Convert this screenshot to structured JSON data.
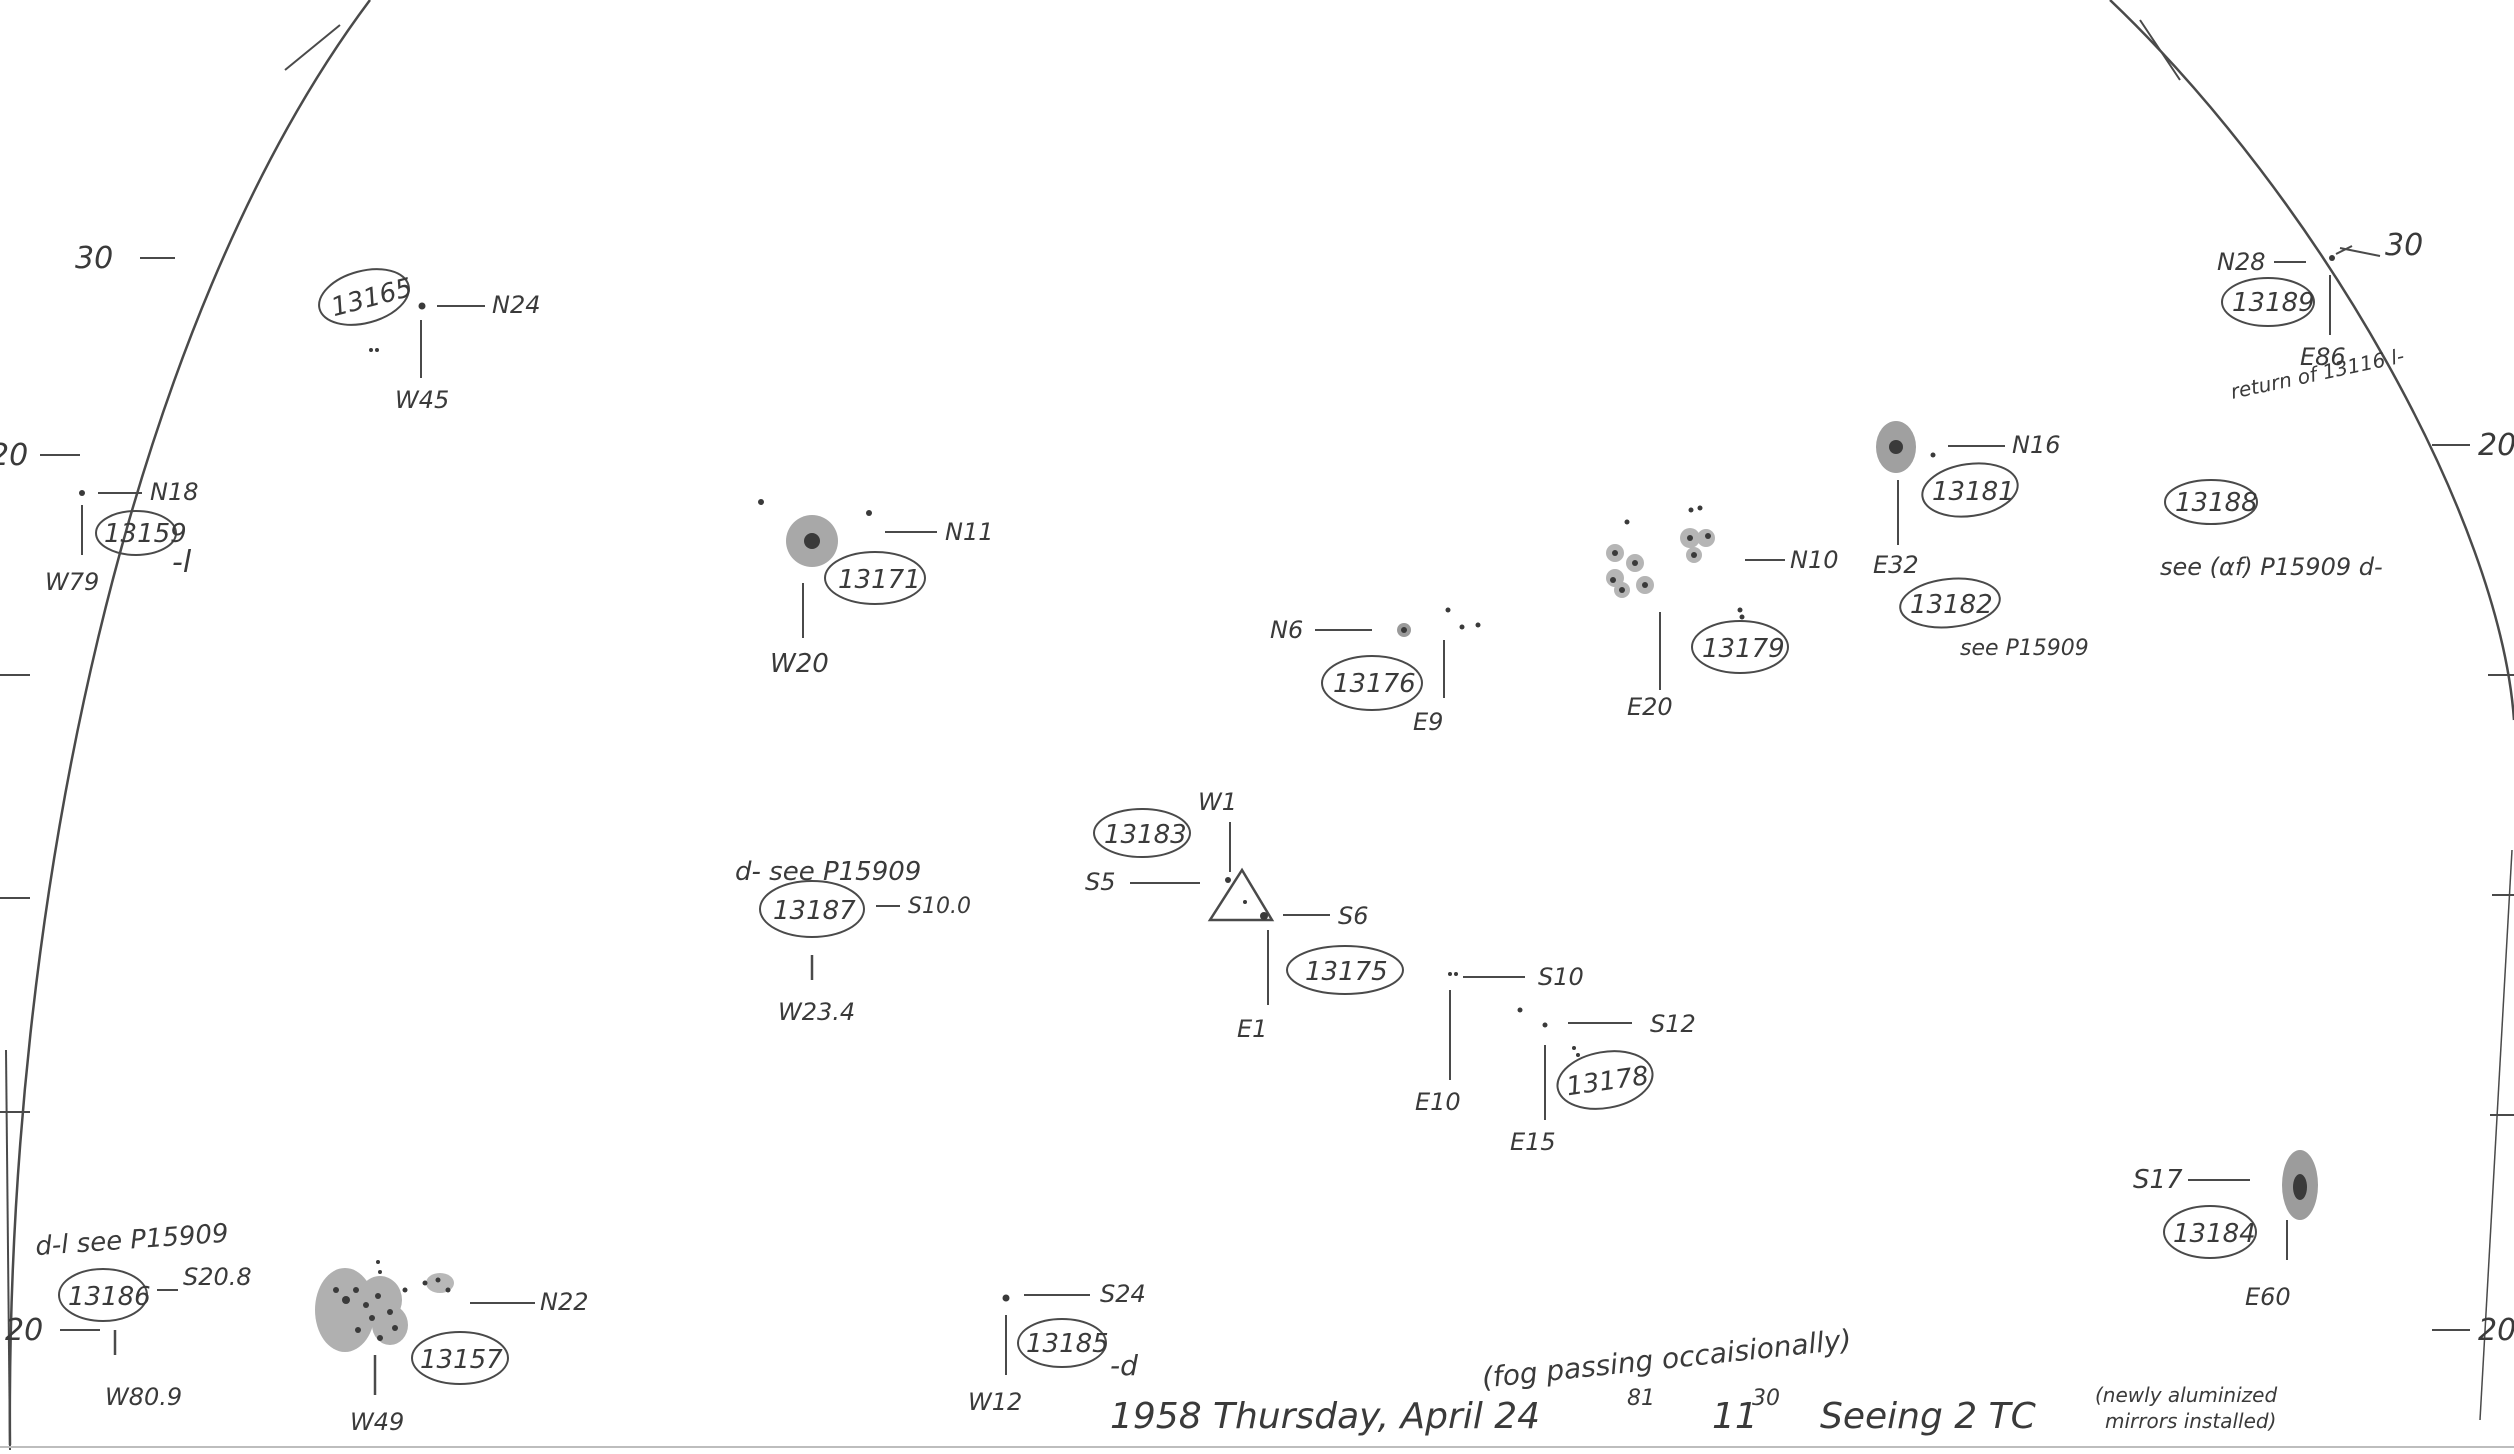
{
  "limb_ticks": [
    {
      "label": "30"
    },
    {
      "label": "20"
    },
    {
      "label": "20"
    },
    {
      "label": "20"
    },
    {
      "label": "20"
    },
    {
      "label": "30"
    }
  ],
  "groups": [
    {
      "id": "13165",
      "offsets": [
        "N24",
        "W45"
      ],
      "note": ""
    },
    {
      "id": "13159",
      "offsets": [
        "N18",
        "W79"
      ],
      "note": "-l"
    },
    {
      "id": "13171",
      "offsets": [
        "N11",
        "W20"
      ],
      "note": ""
    },
    {
      "id": "13176",
      "offsets": [
        "N6",
        "E9"
      ],
      "note": ""
    },
    {
      "id": "13179",
      "offsets": [
        "N10",
        "E20"
      ],
      "note": ""
    },
    {
      "id": "13181",
      "offsets": [
        "N16",
        "E32"
      ],
      "note": ""
    },
    {
      "id": "13182",
      "offsets": [],
      "note": "see P15909"
    },
    {
      "id": "13188",
      "offsets": [],
      "note": "see (αf) P15909 d-"
    },
    {
      "id": "13189",
      "offsets": [
        "N28",
        "E86"
      ],
      "note": "return of 13116 l-"
    },
    {
      "id": "13187",
      "offsets": [
        "S10.0",
        "W23.4"
      ],
      "note": "d- see P15909"
    },
    {
      "id": "13183",
      "offsets": [
        "W1",
        "S5"
      ],
      "note": ""
    },
    {
      "id": "13175",
      "offsets": [
        "S6",
        "E1"
      ],
      "note": ""
    },
    {
      "id": "13178",
      "offsets": [
        "S10",
        "E10",
        "S12",
        "E15"
      ],
      "note": ""
    },
    {
      "id": "13184",
      "offsets": [
        "S17",
        "E60"
      ],
      "note": ""
    },
    {
      "id": "13186",
      "offsets": [
        "S20.8",
        "W80.9"
      ],
      "note": "d-l see P15909"
    },
    {
      "id": "13157",
      "offsets": [
        "N22",
        "W49"
      ],
      "note": ""
    },
    {
      "id": "13185",
      "offsets": [
        "S24",
        "W12"
      ],
      "note": "-d"
    }
  ],
  "footer": {
    "fog_note": "(fog passing occaisionally)",
    "date_line": "1958 Thursday, April 24",
    "date_sup": "81",
    "time": "11",
    "time_sup": "30",
    "seeing": "Seeing 2 TC",
    "mirror_note_1": "(newly aluminized",
    "mirror_note_2": "mirrors installed)"
  }
}
